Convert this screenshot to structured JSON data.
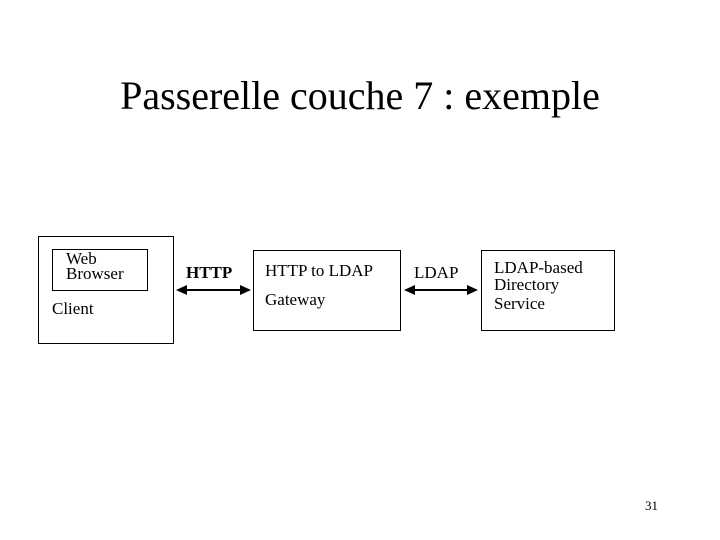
{
  "slide": {
    "title": "Passerelle couche 7 : exemple",
    "page_number": "31"
  },
  "diagram": {
    "client": {
      "inner_line1": "Web",
      "inner_line2": "Browser",
      "caption": "Client"
    },
    "link1_label": "HTTP",
    "gateway": {
      "line1": "HTTP to LDAP",
      "line2": "Gateway"
    },
    "link2_label": "LDAP",
    "directory": {
      "line1": "LDAP-based",
      "line2": "Directory",
      "line3": "Service"
    }
  }
}
